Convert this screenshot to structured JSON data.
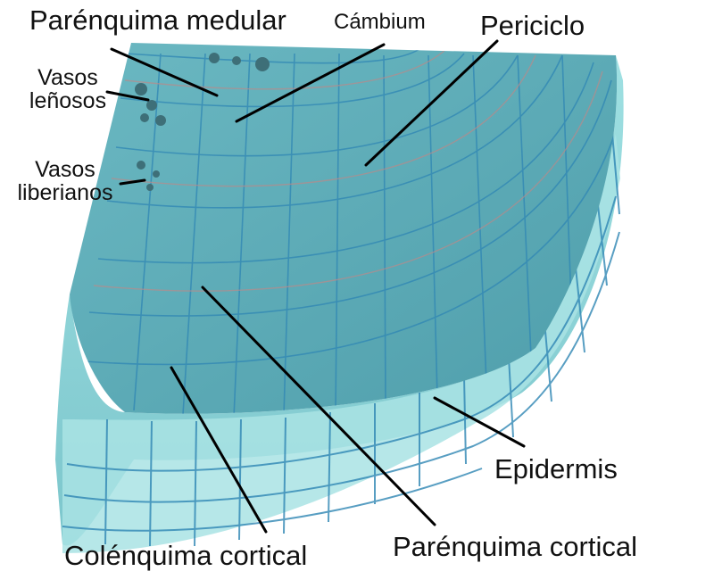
{
  "labels": {
    "parenquima_medular": "Parénquima medular",
    "cambium": "Cámbium",
    "periciclo": "Periciclo",
    "vasos_lenosos_1": "Vasos",
    "vasos_lenosos_2": "leñosos",
    "vasos_liberianos_1": "Vasos",
    "vasos_liberianos_2": "liberianos",
    "epidermis": "Epidermis",
    "colenquima_cortical": "Colénquima cortical",
    "parenquima_cortical": "Parénquima cortical"
  },
  "colors": {
    "model_surface": "#5aaab7",
    "model_side": "#8fd3d6",
    "cell_outline": "#2f86b4",
    "ring_line": "#b98a8a",
    "leader_line": "#000000"
  }
}
